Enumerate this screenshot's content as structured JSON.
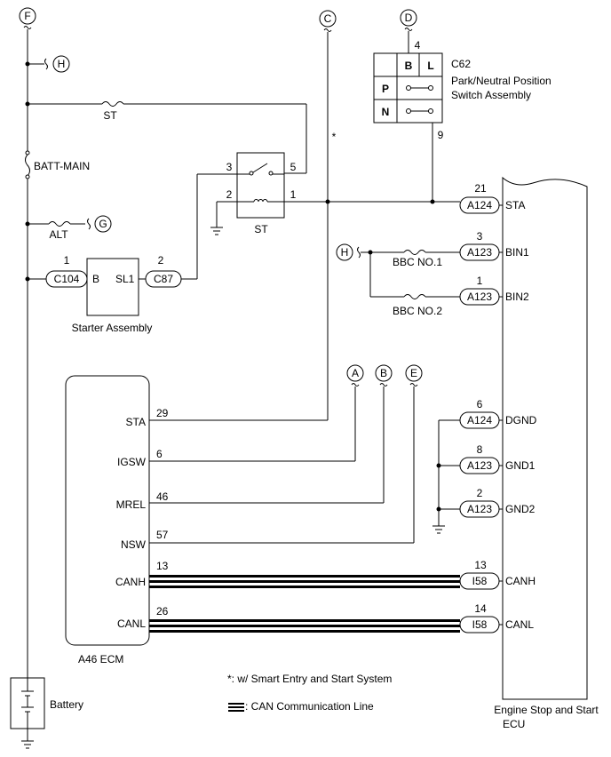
{
  "refs": {
    "F": "F",
    "H": "H",
    "G": "G",
    "C": "C",
    "D": "D",
    "A": "A",
    "B": "B",
    "E": "E",
    "asterisk": "*"
  },
  "left_bus": {
    "fuse_st": "ST",
    "fuse_batt": "BATT-MAIN",
    "fuse_alt": "ALT"
  },
  "st_relay": {
    "label": "ST",
    "pin3": "3",
    "pin2": "2",
    "pin5": "5",
    "pin1": "1"
  },
  "starter": {
    "title": "Starter Assembly",
    "pin_b": "B",
    "pin_sl1": "SL1",
    "conn_b": "C104",
    "conn_b_num": "1",
    "conn_sl1": "C87",
    "conn_sl1_num": "2"
  },
  "c62": {
    "conn": "C62",
    "name_line1": "Park/Neutral Position",
    "name_line2": "Switch Assembly",
    "col_b": "B",
    "col_l": "L",
    "row_p": "P",
    "row_n": "N",
    "pin_top": "4",
    "pin_bottom": "9"
  },
  "ecu": {
    "title_line1": "Engine Stop and Start",
    "title_line2": "ECU",
    "pins": [
      {
        "num": "21",
        "conn": "A124",
        "name": "STA"
      },
      {
        "num": "3",
        "conn": "A123",
        "name": "BIN1"
      },
      {
        "num": "1",
        "conn": "A123",
        "name": "BIN2"
      },
      {
        "num": "6",
        "conn": "A124",
        "name": "DGND"
      },
      {
        "num": "8",
        "conn": "A123",
        "name": "GND1"
      },
      {
        "num": "2",
        "conn": "A123",
        "name": "GND2"
      },
      {
        "num": "13",
        "conn": "I58",
        "name": "CANH"
      },
      {
        "num": "14",
        "conn": "I58",
        "name": "CANL"
      }
    ],
    "fuse_bbc1": "BBC NO.1",
    "fuse_bbc2": "BBC NO.2"
  },
  "ecm": {
    "label": "A46   ECM",
    "pins": [
      {
        "name": "STA",
        "num": "29"
      },
      {
        "name": "IGSW",
        "num": "6"
      },
      {
        "name": "MREL",
        "num": "46"
      },
      {
        "name": "NSW",
        "num": "57"
      },
      {
        "name": "CANH",
        "num": "13"
      },
      {
        "name": "CANL",
        "num": "26"
      }
    ]
  },
  "notes": {
    "smart": "*: w/ Smart Entry and Start System",
    "can": ": CAN Communication Line"
  },
  "battery": "Battery"
}
